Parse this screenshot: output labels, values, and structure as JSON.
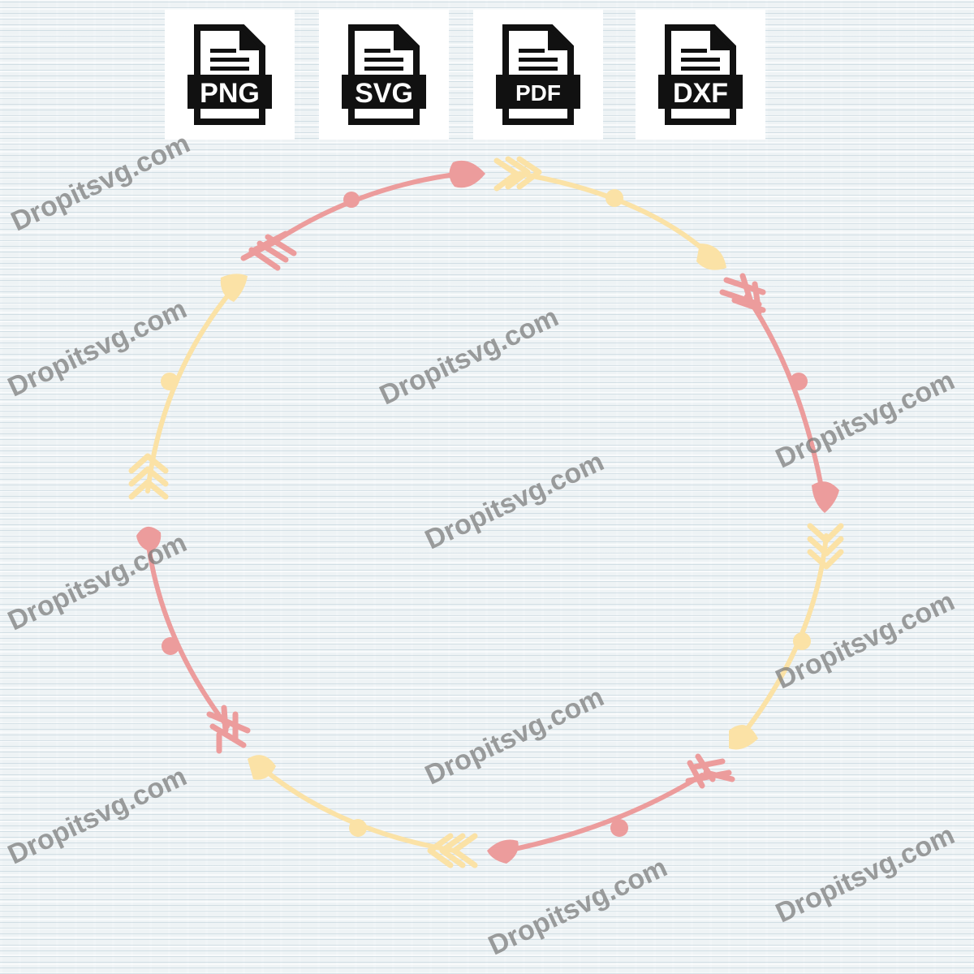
{
  "format_badges": [
    {
      "label": "PNG",
      "icon": "png-file-icon"
    },
    {
      "label": "SVG",
      "icon": "svg-file-icon"
    },
    {
      "label": "PDF",
      "icon": "pdf-file-icon"
    },
    {
      "label": "DXF",
      "icon": "dxf-file-icon"
    }
  ],
  "watermark_text": "Dropitsvg.com",
  "colors": {
    "pink": "#ec9c9c",
    "cream": "#fbe2a6",
    "icon": "#111111",
    "tile": "#ffffff"
  },
  "wreath": {
    "description_icon": "arrow-circle-wreath",
    "arrow_count": 8
  }
}
